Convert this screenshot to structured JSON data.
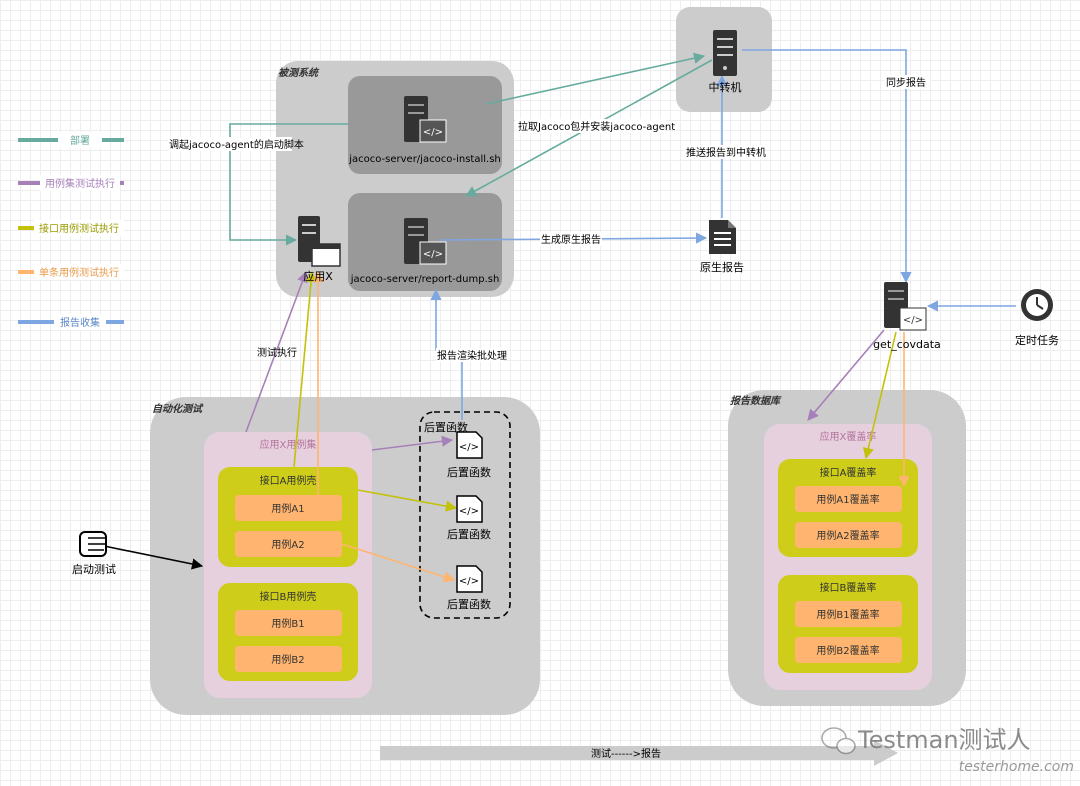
{
  "legend": [
    {
      "label": "部署",
      "color": "#67AB9F"
    },
    {
      "label": "用例集测试执行",
      "color": "#A680B8"
    },
    {
      "label": "接口用例测试执行",
      "color": "#C2C20A"
    },
    {
      "label": "单条用例测试执行",
      "color": "#FFB570"
    },
    {
      "label": "报告收集",
      "color": "#7EA6E0"
    }
  ],
  "groups": {
    "system_under_test": "被测系统",
    "auto_test": "自动化测试",
    "report_db": "报告数据库"
  },
  "nodes": {
    "relay": "中转机",
    "install_script": "jacoco-server/jacoco-install.sh",
    "dump_script": "jacoco-server/report-dump.sh",
    "app_x": "应用X",
    "raw_report": "原生报告",
    "get_covdata": "get_covdata",
    "timer": "定时任务",
    "start_test": "启动测试",
    "post_group": "后置函数",
    "post_fn": [
      "后置函数",
      "后置函数",
      "后置函数"
    ]
  },
  "edges": {
    "call_agent_script": "调起jacoco-agent的启动脚本",
    "pull_install": "拉取Jacoco包并安装jacoco-agent",
    "push_relay": "推送报告到中转机",
    "sync_report": "同步报告",
    "gen_raw": "生成原生报告",
    "test_exec": "测试执行",
    "render_batch": "报告渲染批处理"
  },
  "suite": {
    "title": "应用X用例集",
    "interfaces": [
      {
        "title": "接口A用例壳",
        "cases": [
          "用例A1",
          "用例A2"
        ]
      },
      {
        "title": "接口B用例壳",
        "cases": [
          "用例B1",
          "用例B2"
        ]
      }
    ]
  },
  "coverage": {
    "title": "应用X覆盖率",
    "interfaces": [
      {
        "title": "接口A覆盖率",
        "cases": [
          "用例A1覆盖率",
          "用例A2覆盖率"
        ]
      },
      {
        "title": "接口B覆盖率",
        "cases": [
          "用例B1覆盖率",
          "用例B2覆盖率"
        ]
      }
    ]
  },
  "bottom_arrow": "测试------>报告",
  "watermark": {
    "title": "Testman测试人",
    "subtitle": "testerhome.com"
  }
}
